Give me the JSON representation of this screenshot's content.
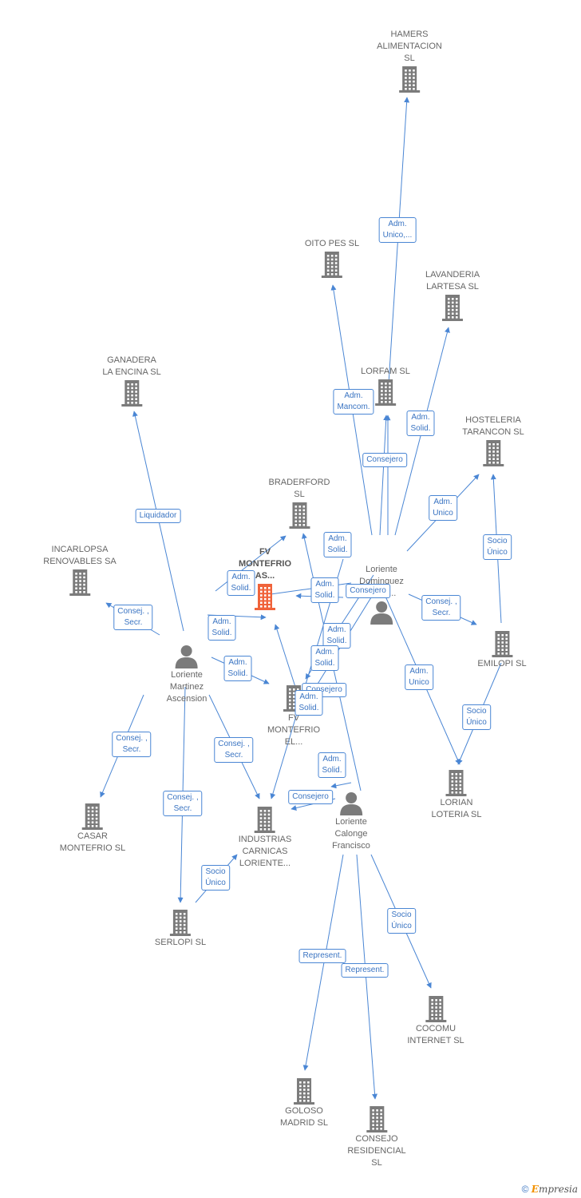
{
  "colors": {
    "edge": "#4a86d4",
    "building": "#7b7b7b",
    "main_building": "#f0633a",
    "person": "#7b7b7b"
  },
  "nodes": {
    "hamers": {
      "lines": [
        "HAMERS",
        "ALIMENTACION",
        "SL"
      ],
      "type": "company"
    },
    "oitopes": {
      "lines": [
        "OITO PES  SL"
      ],
      "type": "company"
    },
    "lavanderia": {
      "lines": [
        "LAVANDERIA",
        "LARTESA  SL"
      ],
      "type": "company"
    },
    "lorfam": {
      "lines": [
        "LORFAM  SL"
      ],
      "type": "company"
    },
    "ganadera": {
      "lines": [
        "GANADERA",
        "LA ENCINA SL"
      ],
      "type": "company"
    },
    "hosteleria": {
      "lines": [
        "HOSTELERIA",
        "TARANCON  SL"
      ],
      "type": "company"
    },
    "braderford": {
      "lines": [
        "BRADERFORD",
        "SL"
      ],
      "type": "company"
    },
    "incarlopsa": {
      "lines": [
        "INCARLOPSA",
        "RENOVABLES SA"
      ],
      "type": "company"
    },
    "fvmain": {
      "lines": [
        "FV",
        "MONTEFRIO",
        "AS..."
      ],
      "type": "main"
    },
    "emilopi": {
      "lines": [
        "EMILOPI SL"
      ],
      "type": "company"
    },
    "fvel": {
      "lines": [
        "FV",
        "MONTEFRIO",
        "EL..."
      ],
      "type": "company"
    },
    "lorian": {
      "lines": [
        "LORIAN",
        "LOTERIA  SL"
      ],
      "type": "company"
    },
    "casar": {
      "lines": [
        "CASAR",
        "MONTEFRIO SL"
      ],
      "type": "company"
    },
    "industrias": {
      "lines": [
        "INDUSTRIAS",
        "CARNICAS",
        "LORIENTE..."
      ],
      "type": "company"
    },
    "serlopi": {
      "lines": [
        "SERLOPI  SL"
      ],
      "type": "company"
    },
    "cocomu": {
      "lines": [
        "COCOMU",
        "INTERNET  SL"
      ],
      "type": "company"
    },
    "goloso": {
      "lines": [
        "GOLOSO",
        "MADRID  SL"
      ],
      "type": "company"
    },
    "consejo": {
      "lines": [
        "CONSEJO",
        "RESIDENCIAL",
        "SL"
      ],
      "type": "company"
    },
    "lmaria": {
      "lines": [
        "Loriente",
        "Dominguez",
        "Maria..."
      ],
      "type": "person"
    },
    "lmartinez": {
      "lines": [
        "Loriente",
        "Martinez",
        "Ascension"
      ],
      "type": "person"
    },
    "lcalonge": {
      "lines": [
        "Loriente",
        "Calonge",
        "Francisco"
      ],
      "type": "person"
    }
  },
  "edge_labels": [
    {
      "id": "e1",
      "lines": [
        "Adm.",
        "Unico,..."
      ]
    },
    {
      "id": "e2",
      "lines": [
        "Adm.",
        "Mancom."
      ]
    },
    {
      "id": "e3",
      "lines": [
        "Adm.",
        "Solid."
      ]
    },
    {
      "id": "e4",
      "lines": [
        "Consejero"
      ]
    },
    {
      "id": "e5",
      "lines": [
        "Adm.",
        "Unico"
      ]
    },
    {
      "id": "e6",
      "lines": [
        "Liquidador"
      ]
    },
    {
      "id": "e7",
      "lines": [
        "Adm.",
        "Solid."
      ]
    },
    {
      "id": "e8",
      "lines": [
        "Adm.",
        "Solid."
      ]
    },
    {
      "id": "e9",
      "lines": [
        "Adm.",
        "Solid."
      ]
    },
    {
      "id": "e10",
      "lines": [
        "Consejero"
      ]
    },
    {
      "id": "e11",
      "lines": [
        "Consej. ,",
        "Secr."
      ]
    },
    {
      "id": "e12",
      "lines": [
        "Socio",
        "Único"
      ]
    },
    {
      "id": "e13",
      "lines": [
        "Consej. ,",
        "Secr."
      ]
    },
    {
      "id": "e14",
      "lines": [
        "Adm.",
        "Solid."
      ]
    },
    {
      "id": "e15",
      "lines": [
        "Adm.",
        "Solid."
      ]
    },
    {
      "id": "e16",
      "lines": [
        "Adm.",
        "Solid."
      ]
    },
    {
      "id": "e17",
      "lines": [
        "Adm.",
        "Solid."
      ]
    },
    {
      "id": "e18",
      "lines": [
        "Consejero"
      ]
    },
    {
      "id": "e19",
      "lines": [
        "Adm.",
        "Unico"
      ]
    },
    {
      "id": "e20",
      "lines": [
        "Socio",
        "Único"
      ]
    },
    {
      "id": "e21",
      "lines": [
        "Adm.",
        "Solid."
      ]
    },
    {
      "id": "e22",
      "lines": [
        "Consej. ,",
        "Secr."
      ]
    },
    {
      "id": "e23",
      "lines": [
        "Consej. ,",
        "Secr."
      ]
    },
    {
      "id": "e24",
      "lines": [
        "Adm.",
        "Solid."
      ]
    },
    {
      "id": "e25",
      "lines": [
        "Consej. ,",
        "Secr."
      ]
    },
    {
      "id": "e26",
      "lines": [
        "Consejero"
      ]
    },
    {
      "id": "e27",
      "lines": [
        "Socio",
        "Único"
      ]
    },
    {
      "id": "e28",
      "lines": [
        "Socio",
        "Único"
      ]
    },
    {
      "id": "e29",
      "lines": [
        "Represent."
      ]
    },
    {
      "id": "e30",
      "lines": [
        "Represent."
      ]
    }
  ],
  "footer": {
    "copyright_symbol": "©",
    "brand_first": "E",
    "brand_rest": "mpresia"
  }
}
